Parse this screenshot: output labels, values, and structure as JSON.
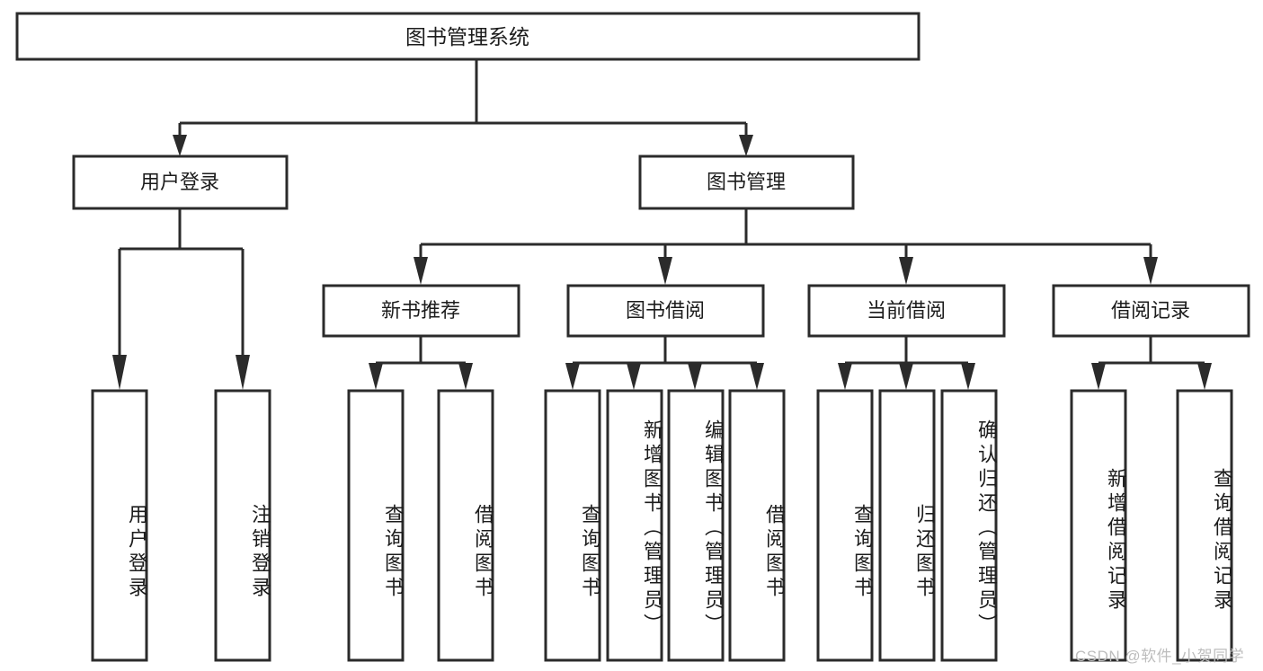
{
  "diagram": {
    "title": "图书管理系统",
    "type": "hierarchy-tree",
    "accent_color": "#2b2b2b",
    "background_color": "#ffffff",
    "levels": {
      "root": {
        "label": "图书管理系统"
      },
      "level2": [
        {
          "id": "user-login",
          "label": "用户登录"
        },
        {
          "id": "book-management",
          "label": "图书管理"
        }
      ],
      "level3": [
        {
          "id": "new-book-recommend",
          "label": "新书推荐",
          "parent": "book-management"
        },
        {
          "id": "book-borrow",
          "label": "图书借阅",
          "parent": "book-management"
        },
        {
          "id": "current-borrow",
          "label": "当前借阅",
          "parent": "book-management"
        },
        {
          "id": "borrow-record",
          "label": "借阅记录",
          "parent": "book-management"
        }
      ],
      "leaves": [
        {
          "id": "leaf-user-login",
          "label": "用户登录",
          "parent": "user-login"
        },
        {
          "id": "leaf-logout-login",
          "label": "注销登录",
          "parent": "user-login"
        },
        {
          "id": "leaf-query-book-1",
          "label": "查询图书",
          "parent": "new-book-recommend"
        },
        {
          "id": "leaf-borrow-book-1",
          "label": "借阅图书",
          "parent": "new-book-recommend"
        },
        {
          "id": "leaf-query-book-2",
          "label": "查询图书",
          "parent": "book-borrow"
        },
        {
          "id": "leaf-add-book",
          "label": "新增图书（管理员）",
          "parent": "book-borrow"
        },
        {
          "id": "leaf-edit-book",
          "label": "编辑图书（管理员）",
          "parent": "book-borrow"
        },
        {
          "id": "leaf-borrow-book-2",
          "label": "借阅图书",
          "parent": "book-borrow"
        },
        {
          "id": "leaf-query-book-3",
          "label": "查询图书",
          "parent": "current-borrow"
        },
        {
          "id": "leaf-return-book",
          "label": "归还图书",
          "parent": "current-borrow"
        },
        {
          "id": "leaf-confirm-return",
          "label": "确认归还（管理员）",
          "parent": "current-borrow"
        },
        {
          "id": "leaf-add-record",
          "label": "新增借阅记录",
          "parent": "borrow-record"
        },
        {
          "id": "leaf-query-record",
          "label": "查询借阅记录",
          "parent": "borrow-record"
        }
      ]
    },
    "watermark": "CSDN @软件_小贺同学"
  }
}
